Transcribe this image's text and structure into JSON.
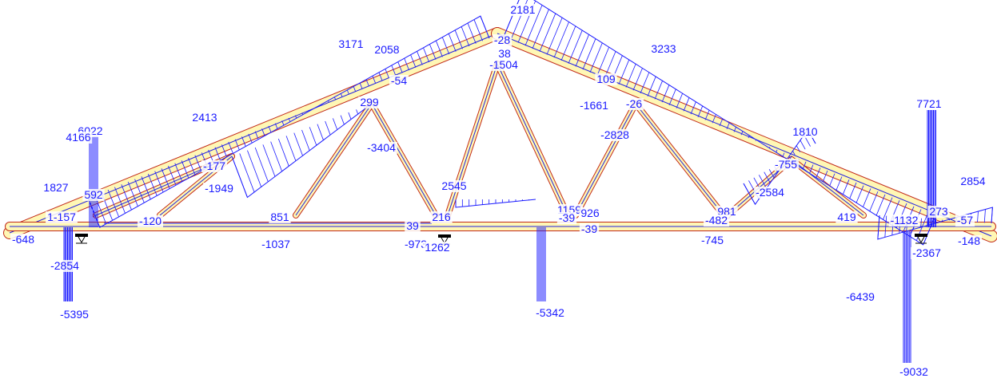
{
  "colors": {
    "member_fill": "#fff7b5",
    "member_edge": "#c22a1a",
    "member_core": "#2020e0",
    "force_line": "#1a1aff",
    "label_text": "#1a1aff",
    "background": "#ffffff"
  },
  "icons": [
    "left-support-icon",
    "mid-support-icon",
    "right-support-icon"
  ],
  "labels": [
    {
      "id": "l01",
      "text": "2181"
    },
    {
      "id": "l02",
      "text": "-28"
    },
    {
      "id": "l03",
      "text": "38"
    },
    {
      "id": "l04",
      "text": "-1504"
    },
    {
      "id": "l05",
      "text": "3171"
    },
    {
      "id": "l06",
      "text": "2058"
    },
    {
      "id": "l07",
      "text": "-54"
    },
    {
      "id": "l08",
      "text": "3233"
    },
    {
      "id": "l09",
      "text": "109"
    },
    {
      "id": "l10",
      "text": "-1661"
    },
    {
      "id": "l11",
      "text": "-26"
    },
    {
      "id": "l12",
      "text": "299"
    },
    {
      "id": "l13",
      "text": "2413"
    },
    {
      "id": "l14",
      "text": "-3404"
    },
    {
      "id": "l15",
      "text": "-2828"
    },
    {
      "id": "l16",
      "text": "7721"
    },
    {
      "id": "l17",
      "text": "1810"
    },
    {
      "id": "l18",
      "text": "6022"
    },
    {
      "id": "l19",
      "text": "4166"
    },
    {
      "id": "l20",
      "text": "-755"
    },
    {
      "id": "l21",
      "text": "-177"
    },
    {
      "id": "l22",
      "text": "-1949"
    },
    {
      "id": "l23",
      "text": "-2584"
    },
    {
      "id": "l24",
      "text": "2545"
    },
    {
      "id": "l25",
      "text": "2854"
    },
    {
      "id": "l26",
      "text": "1827"
    },
    {
      "id": "l27",
      "text": "592"
    },
    {
      "id": "l28",
      "text": "1-157"
    },
    {
      "id": "l29",
      "text": "-120"
    },
    {
      "id": "l30",
      "text": "851"
    },
    {
      "id": "l31",
      "text": "216"
    },
    {
      "id": "l32",
      "text": "39"
    },
    {
      "id": "l33",
      "text": "1159"
    },
    {
      "id": "l34",
      "text": "-39"
    },
    {
      "id": "l35",
      "text": "926"
    },
    {
      "id": "l36",
      "text": "981"
    },
    {
      "id": "l37",
      "text": "-482"
    },
    {
      "id": "l38",
      "text": "419"
    },
    {
      "id": "l39",
      "text": "-1132"
    },
    {
      "id": "l40",
      "text": "273"
    },
    {
      "id": "l41",
      "text": "-57"
    },
    {
      "id": "l42",
      "text": "-39"
    },
    {
      "id": "l43",
      "text": "-648"
    },
    {
      "id": "l44",
      "text": "-1037"
    },
    {
      "id": "l45",
      "text": "-973"
    },
    {
      "id": "l46",
      "text": "1262"
    },
    {
      "id": "l47",
      "text": "-745"
    },
    {
      "id": "l48",
      "text": "-2367"
    },
    {
      "id": "l49",
      "text": "-148"
    },
    {
      "id": "l50",
      "text": "-2854"
    },
    {
      "id": "l51",
      "text": "-6439"
    },
    {
      "id": "l52",
      "text": "-5342"
    },
    {
      "id": "l53",
      "text": "-5395"
    },
    {
      "id": "l54",
      "text": "-9032"
    }
  ]
}
